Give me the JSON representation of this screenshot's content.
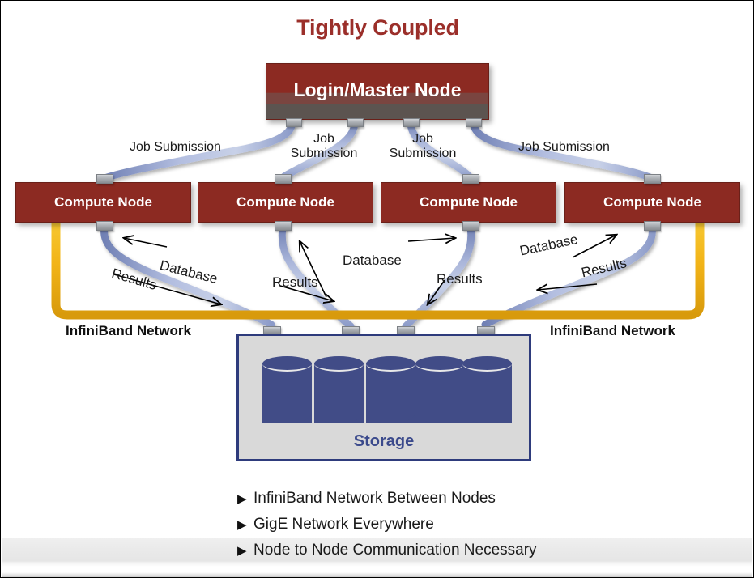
{
  "diagram": {
    "title": "Tightly Coupled",
    "title_color": "#9B2F2A",
    "master_node": {
      "label": "Login/Master Node"
    },
    "compute_nodes": [
      {
        "label": "Compute Node"
      },
      {
        "label": "Compute Node"
      },
      {
        "label": "Compute Node"
      },
      {
        "label": "Compute Node"
      }
    ],
    "job_submission_labels": [
      {
        "text": "Job Submission"
      },
      {
        "text": "Job\nSubmission"
      },
      {
        "text": "Job\nSubmission"
      },
      {
        "text": "Job Submission"
      }
    ],
    "database_labels": [
      {
        "text": "Database"
      },
      {
        "text": "Database"
      },
      {
        "text": "Database"
      }
    ],
    "results_labels": [
      {
        "text": "Results"
      },
      {
        "text": "Results"
      },
      {
        "text": "Results"
      },
      {
        "text": "Results"
      }
    ],
    "infiniband_labels": [
      {
        "text": "InfiniBand Network"
      },
      {
        "text": "InfiniBand Network"
      }
    ],
    "storage": {
      "label": "Storage",
      "cylinder_count": 5,
      "box_color": "#d9d9d9",
      "border_color": "#2E3B7C",
      "cylinder_color": "#414C87"
    },
    "colors": {
      "node_red": "#8C2A22",
      "infiniband_orange": "#F2B418",
      "cable_blue": "#8C9BC9",
      "storage_blue": "#414C87"
    },
    "bullets": [
      {
        "marker": "▶",
        "text": "InfiniBand Network Between Nodes"
      },
      {
        "marker": "▶",
        "text": "GigE Network Everywhere"
      },
      {
        "marker": "▶",
        "text": "Node to Node Communication Necessary"
      }
    ]
  }
}
